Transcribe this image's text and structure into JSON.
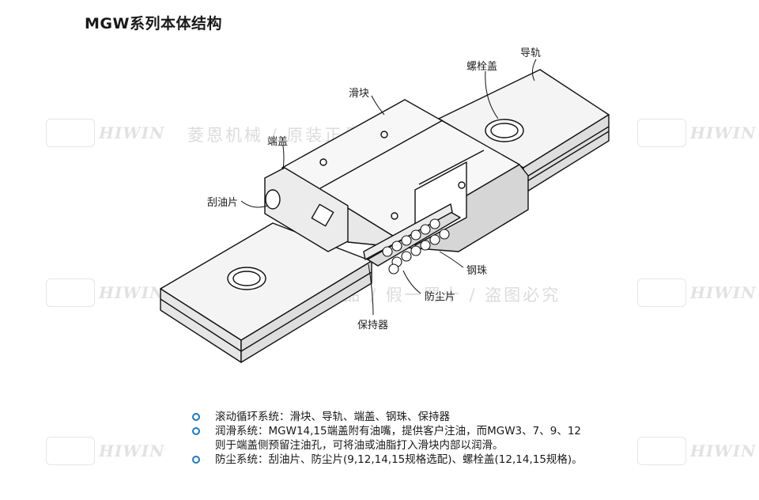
{
  "title": "MGW系列本体结构",
  "labels": {
    "rail": "导轨",
    "bolt_cap": "螺栓盖",
    "block": "滑块",
    "end_cap": "端盖",
    "scraper": "刮油片",
    "ball": "钢珠",
    "dust_plate": "防尘片",
    "retainer": "保持器"
  },
  "watermark": {
    "brand": "HIWIN",
    "text": "菱恩机械 / 原装正品 / 假一罚十 / 盗图必究"
  },
  "notes": [
    {
      "lines": [
        "滚动循环系统：滑块、导轨、端盖、钢珠、保持器"
      ]
    },
    {
      "lines": [
        "润滑系统：MGW14,15端盖附有油嘴，提供客户注油，而MGW3、7、9、12",
        "则于端盖侧预留注油孔，可将油或油脂打入滑块内部以润滑。"
      ]
    },
    {
      "lines": [
        "防尘系统：刮油片、防尘片(9,12,14,15规格选配)、螺栓盖(12,14,15规格)。"
      ]
    }
  ],
  "colors": {
    "accent": "#1e78c8",
    "line": "#111111",
    "shade": "#e2e2e2"
  }
}
